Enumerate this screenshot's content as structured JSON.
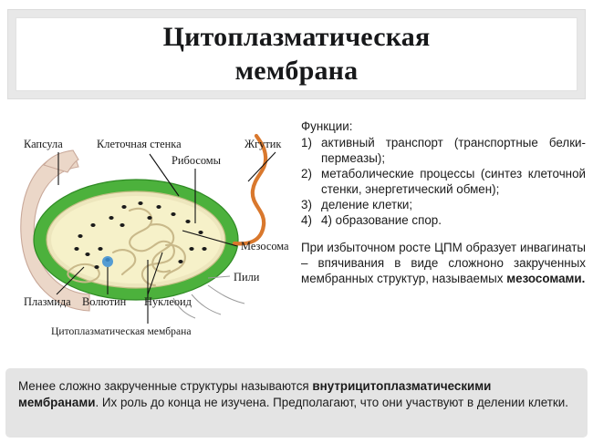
{
  "title": {
    "line1": "Цитоплазматическая",
    "line2": "мембрана"
  },
  "diagram": {
    "caption_bottom": "Цитоплазматическая мембрана",
    "labels": {
      "capsule": "Капсула",
      "cell_wall": "Клеточная стенка",
      "ribosomes": "Рибосомы",
      "flagellum": "Жгутик",
      "mesosome": "Мезосома",
      "pili": "Пили",
      "plasmid": "Плазмида",
      "volutin": "Волютин",
      "nucleoid": "Нуклеоид"
    },
    "colors": {
      "cell_wall": "#4CB13C",
      "cytoplasm": "#F4EFC4",
      "capsule": "#EBD7C8",
      "flagellum": "#D9782D",
      "nucleoid": "#C9B98A",
      "volutin": "#3E8FD4",
      "ribosome": "#1b1b1b"
    }
  },
  "functions": {
    "heading": "Функции:",
    "items": [
      {
        "num": "1)",
        "text": "активный транспорт (транспортные белки-пермеазы);"
      },
      {
        "num": "2)",
        "text": "метаболические процессы (синтез клеточной стенки, энергетический обмен);"
      },
      {
        "num": "3)",
        "text": "деление клетки;"
      },
      {
        "num": "4)",
        "text": "4) образование спор."
      }
    ]
  },
  "invagination": {
    "part1": "При избыточном росте ЦПМ образует инвагинаты – впячивания в виде сложноно закрученных мембранных структур, называемых ",
    "bold": "мезосомами.",
    "part2": ""
  },
  "bottom": {
    "part1": "Менее сложно закрученные структуры называются ",
    "bold1": "внутрицитоплазматическими мембранами",
    "part2": ". Их роль до конца не изучена. Предполагают, что они участвуют в делении клетки."
  }
}
